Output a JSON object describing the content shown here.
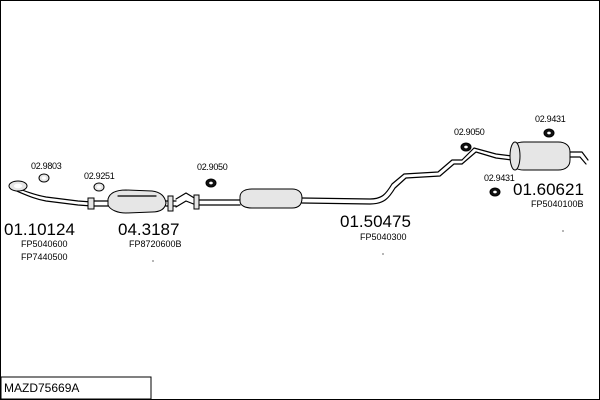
{
  "diagram_title": "MAZD75669A",
  "colors": {
    "background": "#ffffff",
    "ink": "#000000",
    "part_fill": "#e6e6e6"
  },
  "assemblies": [
    {
      "part_number": "01.10124",
      "refs": [
        "FP5040600",
        "FP7440500"
      ]
    },
    {
      "part_number": "04.3187",
      "refs": [
        "FP8720600B"
      ]
    },
    {
      "part_number": "01.50475",
      "refs": [
        "FP5040300"
      ]
    },
    {
      "part_number": "01.60621",
      "refs": [
        "FP5040100B"
      ]
    }
  ],
  "hardware": [
    {
      "part_number": "02.9803",
      "icon": "gasket-ring-icon"
    },
    {
      "part_number": "02.9251",
      "icon": "gasket-ring-icon"
    },
    {
      "part_number": "02.9050",
      "icon": "rubber-hanger-icon"
    },
    {
      "part_number": "02.9050",
      "icon": "rubber-hanger-icon"
    },
    {
      "part_number": "02.9431",
      "icon": "rubber-hanger-icon"
    },
    {
      "part_number": "02.9431",
      "icon": "rubber-hanger-icon"
    }
  ]
}
